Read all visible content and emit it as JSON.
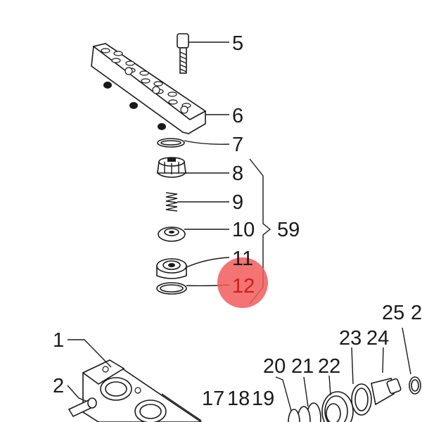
{
  "diagram": {
    "highlight_color": "#f25a5a",
    "selected_label": "12",
    "labels": {
      "p5": "5",
      "p6": "6",
      "p7": "7",
      "p8": "8",
      "p9": "9",
      "p10": "10",
      "p11": "11",
      "p12": "12",
      "p59": "59",
      "p1": "1",
      "p2": "2",
      "p17": "17",
      "p18": "18",
      "p19": "19",
      "p20": "20",
      "p21": "21",
      "p22": "22",
      "p23": "23",
      "p24": "24",
      "p25": "25",
      "p26": "2"
    }
  }
}
